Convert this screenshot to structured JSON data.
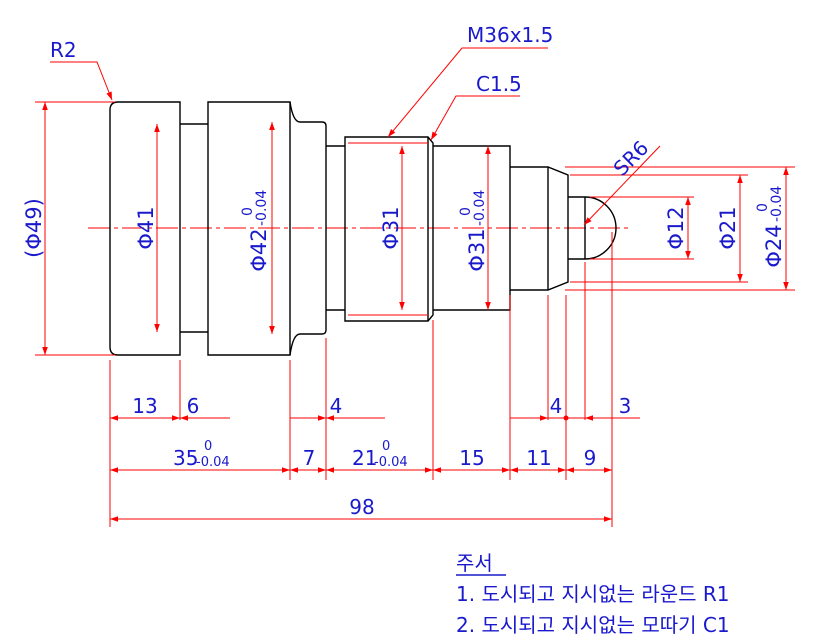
{
  "leaders": {
    "r2": "R2",
    "thread": "M36x1.5",
    "chamfer": "C1.5",
    "sphere": "SR6"
  },
  "diameters": {
    "d49": "(Φ49)",
    "d41": "Φ41",
    "d42": "Φ42",
    "d42_tol_upper": "0",
    "d42_tol_lower": "-0.04",
    "d31": "Φ31",
    "d31b": "Φ31",
    "d31b_tol_upper": "0",
    "d31b_tol_lower": "-0.04",
    "d12": "Φ12",
    "d21": "Φ21",
    "d24": "Φ24",
    "d24_tol_upper": "0",
    "d24_tol_lower": "-0.04"
  },
  "lengths": {
    "l13": "13",
    "l6": "6",
    "l4a": "4",
    "l4b": "4",
    "l3": "3",
    "l35": "35",
    "l35_tol_upper": "0",
    "l35_tol_lower": "-0.04",
    "l7": "7",
    "l21": "21",
    "l21_tol_upper": "0",
    "l21_tol_lower": "-0.04",
    "l15": "15",
    "l11": "11",
    "l9": "9",
    "l98": "98"
  },
  "notes": {
    "title": "주서",
    "line1": "1. 도시되고 지시없는 라운드 R1",
    "line2": "2. 도시되고 지시없는 모따기 C1"
  },
  "colors": {
    "object_line": "#000000",
    "dimension_line": "#ff0000",
    "text": "#1a1acc"
  }
}
